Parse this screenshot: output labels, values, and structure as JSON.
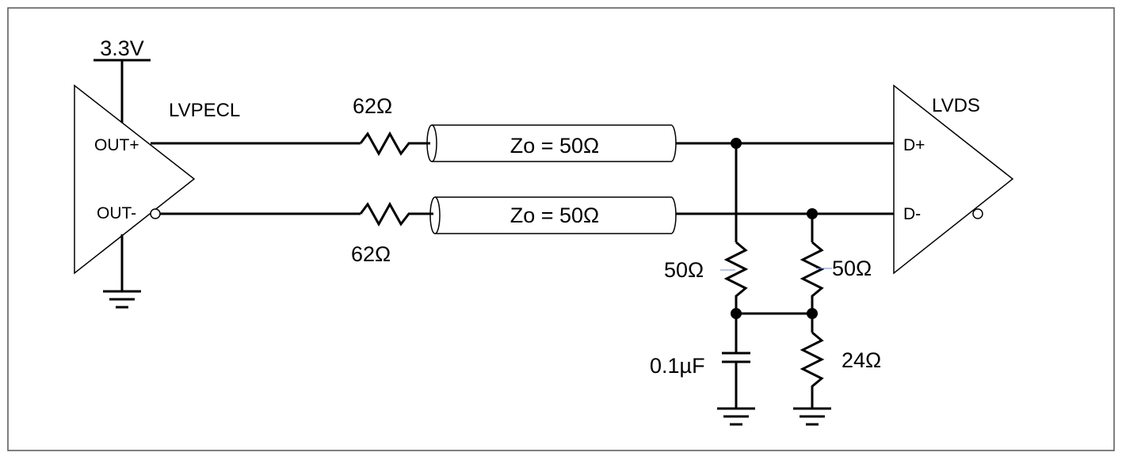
{
  "supply": {
    "voltage": "3.3V"
  },
  "driver": {
    "name": "LVPECL",
    "out_plus": "OUT+",
    "out_minus": "OUT-"
  },
  "receiver": {
    "name": "LVDS",
    "in_plus": "D+",
    "in_minus": "D-"
  },
  "series_resistors": {
    "top": "62Ω",
    "bottom": "62Ω"
  },
  "transmission_lines": {
    "top": "Zo = 50Ω",
    "bottom": "Zo = 50Ω"
  },
  "termination": {
    "left_resistor": "50Ω",
    "right_resistor": "50Ω",
    "capacitor": "0.1µF",
    "bias_resistor": "24Ω"
  },
  "colors": {
    "wire": "#000000",
    "frame": "#555555",
    "leader": "#6f8fc8"
  }
}
